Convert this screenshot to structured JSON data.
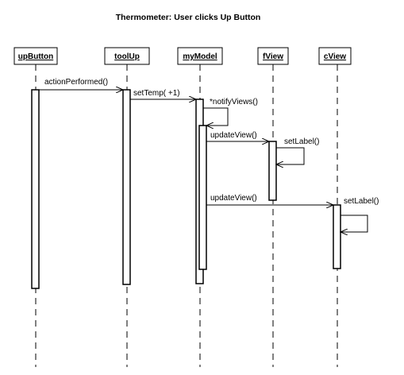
{
  "diagram": {
    "title": "Thermometer: User clicks Up Button",
    "participants": [
      {
        "name": "upButton"
      },
      {
        "name": "toolUp"
      },
      {
        "name": "myModel"
      },
      {
        "name": "fView"
      },
      {
        "name": "cView"
      }
    ],
    "messages": [
      {
        "label": "actionPerformed()",
        "from": "upButton",
        "to": "toolUp"
      },
      {
        "label": "setTemp( +1)",
        "from": "toolUp",
        "to": "myModel"
      },
      {
        "label": "*notifyViews()",
        "from": "myModel",
        "to": "myModel"
      },
      {
        "label": "updateView()",
        "from": "myModel",
        "to": "fView"
      },
      {
        "label": "setLabel()",
        "from": "fView",
        "to": "fView"
      },
      {
        "label": "updateView()",
        "from": "myModel",
        "to": "cView"
      },
      {
        "label": "setLabel()",
        "from": "cView",
        "to": "cView"
      }
    ]
  }
}
